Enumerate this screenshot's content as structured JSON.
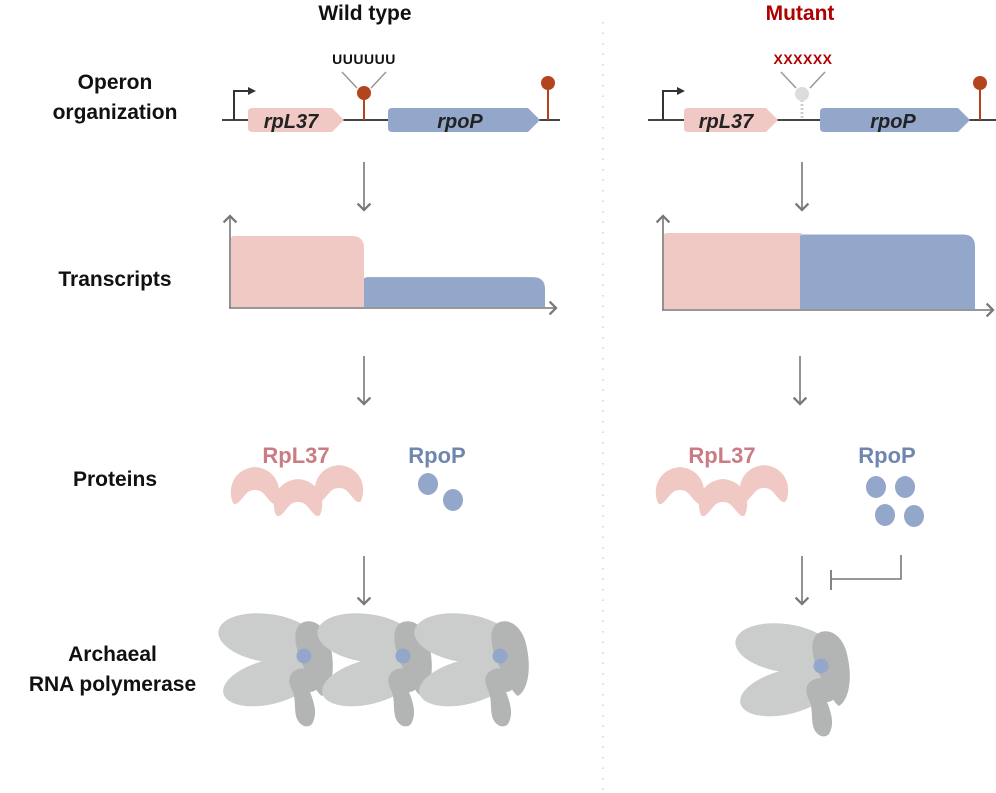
{
  "columns": {
    "wild_type": {
      "title": "Wild type",
      "title_color": "#111111"
    },
    "mutant": {
      "title": "Mutant",
      "title_color": "#b00000"
    }
  },
  "row_labels": {
    "operon": [
      "Operon",
      "organization"
    ],
    "transcripts": "Transcripts",
    "proteins": "Proteins",
    "rnap": [
      "Archaeal",
      "RNA polymerase"
    ]
  },
  "operon": {
    "gene1": "rpL37",
    "gene2": "rpoP",
    "wild_type_terminator_seq": "UUUUUU",
    "mutant_terminator_seq": "XXXXXX"
  },
  "proteins": {
    "protein1": "RpL37",
    "protein2": "RpoP",
    "wild_type_rpop_count": 2,
    "mutant_rpop_count": 4,
    "rpl37_count": 3
  },
  "rnap": {
    "wild_type_count": 3,
    "mutant_count": 1
  },
  "colors": {
    "rpl37": "#f0c9c4",
    "rpl37_label": "#c97c84",
    "rpop": "#93a7cb",
    "rpop_label": "#6f86ae",
    "terminator": "#b2451e",
    "rnap_light": "#cbcccc",
    "rnap_dark": "#b3b4b4",
    "arrow": "#777777"
  },
  "chart_data": [
    {
      "type": "area",
      "title": "Transcripts (Wild type)",
      "series": [
        {
          "name": "rpL37",
          "relative_level": 1.0
        },
        {
          "name": "rpoP",
          "relative_level": 0.42
        }
      ]
    },
    {
      "type": "area",
      "title": "Transcripts (Mutant)",
      "series": [
        {
          "name": "rpL37",
          "relative_level": 1.0
        },
        {
          "name": "rpoP",
          "relative_level": 0.98
        }
      ]
    }
  ]
}
